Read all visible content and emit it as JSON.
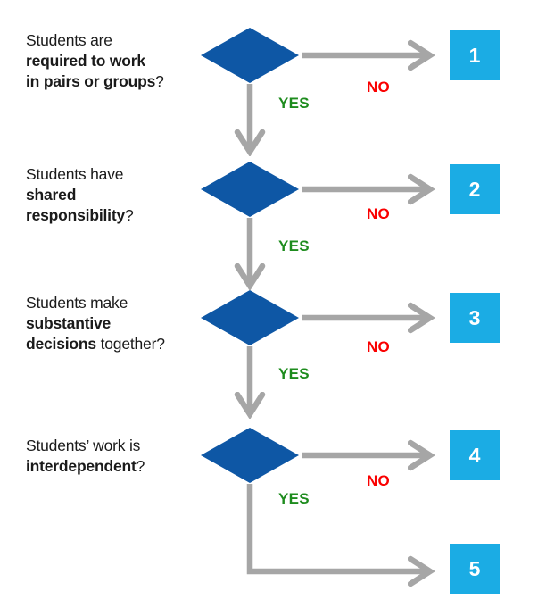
{
  "colors": {
    "diamond": "#0E57A5",
    "box": "#1BACE4",
    "arrow": "#A6A6A6",
    "yes": "#1E8C1E",
    "no": "#FA0000",
    "text": "#1A1A1A"
  },
  "decisions": [
    {
      "number": "1",
      "yes_label": "YES",
      "no_label": "NO",
      "line1_normal": "Students are",
      "line2_bold": "required to work",
      "line3_bold": "in pairs or groups",
      "line3_suffix": "?"
    },
    {
      "number": "2",
      "yes_label": "YES",
      "no_label": "NO",
      "line1_normal": "Students have",
      "line2_bold": "shared",
      "line3_bold": "responsibility",
      "line3_suffix": "?"
    },
    {
      "number": "3",
      "yes_label": "YES",
      "no_label": "NO",
      "line1_normal": "Students make",
      "line2_bold": "substantive",
      "line3_bold": "decisions",
      "line3_suffix": " together?"
    },
    {
      "number": "4",
      "yes_label": "YES",
      "no_label": "NO",
      "line1_normal": "Students’ work is",
      "line2_bold": "interdependent",
      "line2_suffix": "?"
    }
  ],
  "final": {
    "number": "5"
  }
}
